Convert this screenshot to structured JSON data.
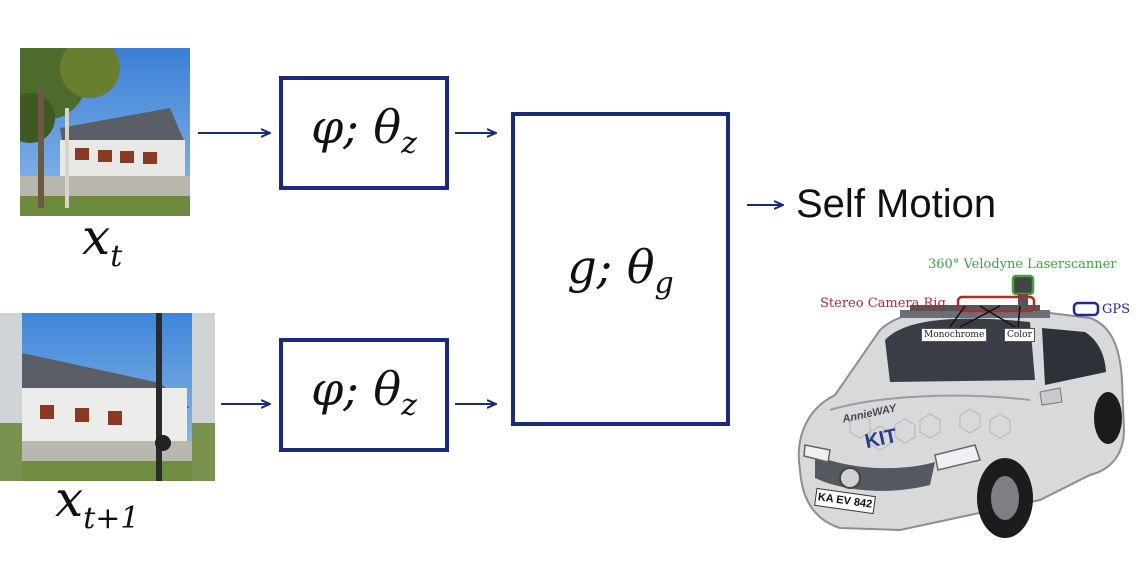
{
  "inputs": {
    "frame_t_label": "x",
    "frame_t_sub": "t",
    "frame_t1_label": "x",
    "frame_t1_sub": "t+1"
  },
  "encoders": {
    "top": {
      "phi": "φ; θ",
      "sub": "z"
    },
    "bottom": {
      "phi": "φ; θ",
      "sub": "z"
    }
  },
  "combiner": {
    "label": "g; θ",
    "sub": "g"
  },
  "output": {
    "label": "Self Motion"
  },
  "vehicle": {
    "lidar_label": "360° Velodyne Laserscanner",
    "stereo_label": "Stereo Camera Rig",
    "gps_label": "GPS",
    "mono_label": "Monochrome",
    "color_label": "Color",
    "plate": "KA EV 842",
    "brand": "KIT",
    "decal": "AnnieWAY"
  },
  "colors": {
    "box_stroke": "#1b2a7a",
    "arrow": "#1b2a7a",
    "lidar": "#3fa33f",
    "stereo": "#b02a2a",
    "gps": "#1b2a9a"
  }
}
